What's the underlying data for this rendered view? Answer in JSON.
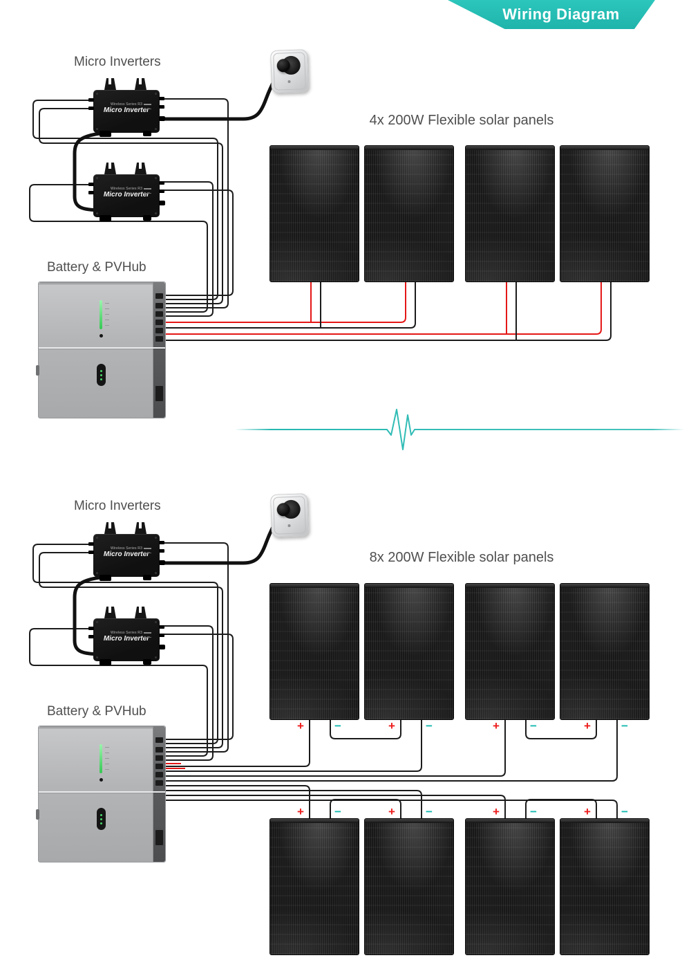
{
  "banner": {
    "text": "Wiring Diagram"
  },
  "inverter": {
    "series": "Wireless Series R3",
    "name": "Micro Inverter"
  },
  "sections": [
    {
      "micro_inverters_label": "Micro Inverters",
      "battery_label": "Battery & PVHub",
      "panels_title": "4x 200W Flexible solar panels",
      "panel_count": 4
    },
    {
      "micro_inverters_label": "Micro Inverters",
      "battery_label": "Battery & PVHub",
      "panels_title": "8x 200W Flexible solar panels",
      "panel_count": 8
    }
  ],
  "terminals": {
    "plus": "+",
    "minus": "−"
  },
  "colors": {
    "banner_teal": "#23bdb4",
    "divider_teal": "#25b8b1",
    "wire_black": "#1b1b1b",
    "wire_red": "#e51717",
    "plus_red": "#ed1c1c",
    "minus_teal": "#14b8af",
    "label_gray": "#4f4f4f",
    "led_green": "#35c853"
  }
}
